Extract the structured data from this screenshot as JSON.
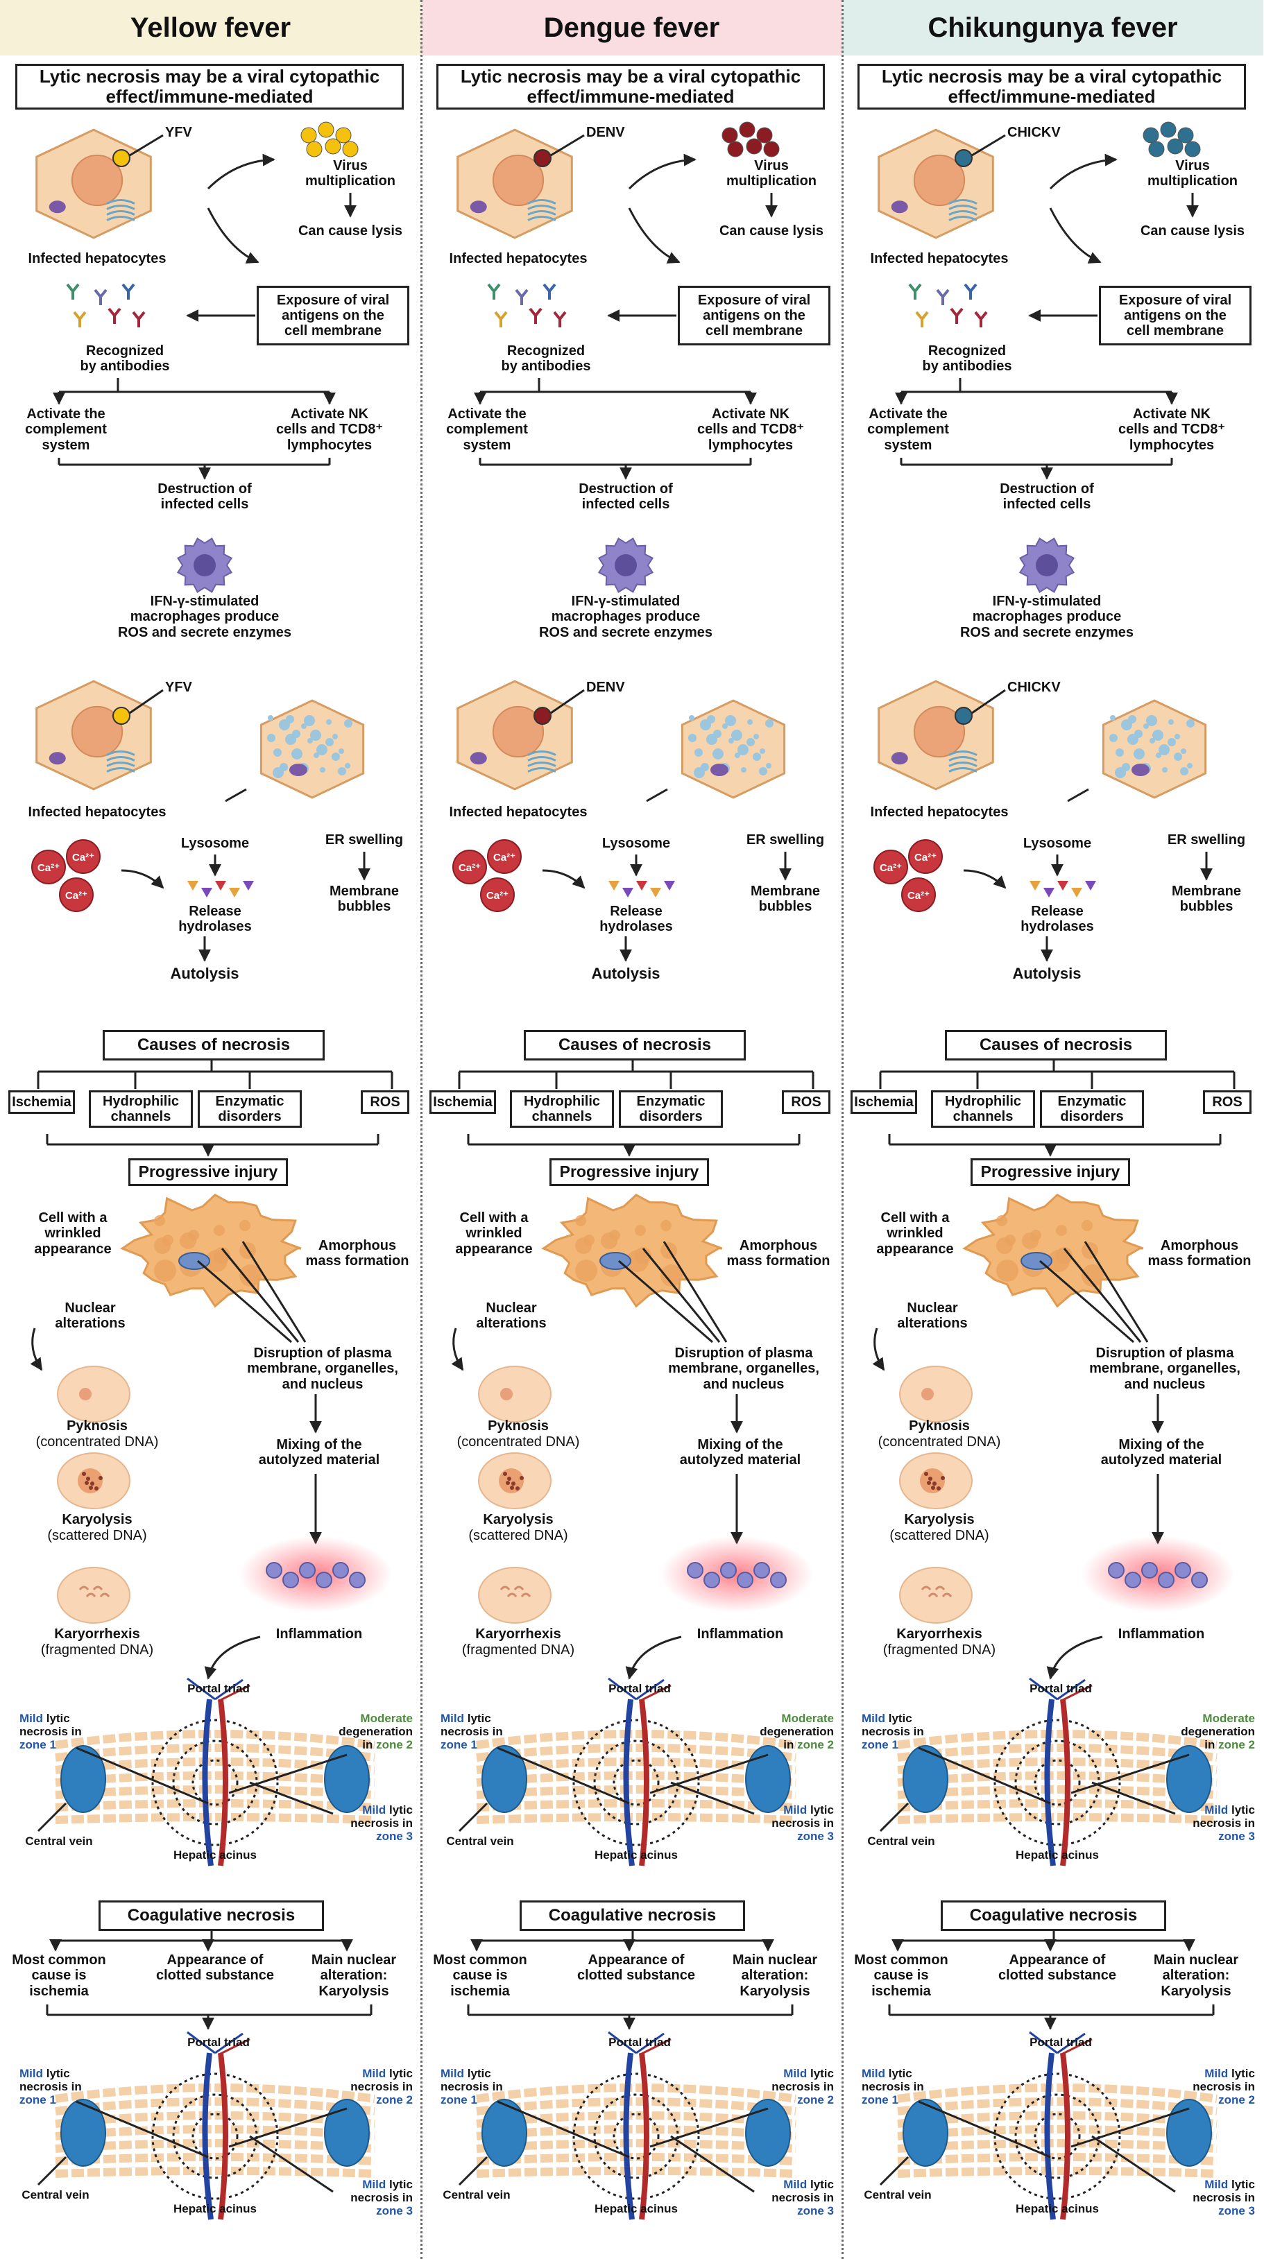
{
  "columns": [
    {
      "title": "Yellow fever",
      "virus": "YFV",
      "virus_color": "#f4c20d",
      "header_color": "#f7f1d8"
    },
    {
      "title": "Dengue fever",
      "virus": "DENV",
      "virus_color": "#8a1c22",
      "header_color": "#f9dde0"
    },
    {
      "title": "Chikungunya fever",
      "virus": "CHICKV",
      "virus_color": "#2f6f8f",
      "header_color": "#dfeeea"
    }
  ],
  "labels": {
    "lytic_title": "Lytic necrosis may be a viral cytopathic\neffect/immune-mediated",
    "virus_multiplication": "Virus\nmultiplication",
    "can_cause_lysis": "Can cause lysis",
    "infected_hepatocytes": "Infected hepatocytes",
    "exposure": "Exposure of viral\nantigens on the\ncell membrane",
    "recognized": "Recognized\nby antibodies",
    "activate_complement": "Activate the\ncomplement\nsystem",
    "activate_nk": "Activate NK\ncells and TCD8⁺\nlymphocytes",
    "destruction": "Destruction of\ninfected cells",
    "ifn": "IFN-γ-stimulated\nmacrophages produce\nROS and secrete enzymes",
    "lysosome": "Lysosome",
    "er_swelling": "ER swelling",
    "release_hydrolases": "Release\nhydrolases",
    "membrane_bubbles": "Membrane\nbubbles",
    "autolysis": "Autolysis",
    "ca": "Ca²⁺",
    "causes_of_necrosis": "Causes of necrosis",
    "ischemia": "Ischemia",
    "hydrophilic": "Hydrophilic\nchannels",
    "enzymatic": "Enzymatic\ndisorders",
    "ros": "ROS",
    "progressive_injury": "Progressive injury",
    "wrinkled": "Cell with a\nwrinkled\nappearance",
    "amorphous": "Amorphous\nmass formation",
    "nuclear_alterations": "Nuclear\nalterations",
    "disruption": "Disruption of plasma\nmembrane, organelles,\nand nucleus",
    "pyknosis": "Pyknosis",
    "pyknosis_sub": "(concentrated DNA)",
    "mixing": "Mixing of the\nautolyzed material",
    "karyolysis": "Karyolysis",
    "karyolysis_sub": "(scattered DNA)",
    "karyorrhexis": "Karyorrhexis",
    "karyorrhexis_sub": "(fragmented DNA)",
    "inflammation": "Inflammation",
    "portal_triad": "Portal triad",
    "central_vein": "Central vein",
    "hepatic_acinus": "Hepatic acinus",
    "coagulative_necrosis": "Coagulative necrosis",
    "most_common": "Most common\ncause is\nischemia",
    "appearance_clotted": "Appearance of\nclotted substance",
    "main_nuclear": "Main nuclear\nalteration:\nKaryolysis"
  },
  "acinus_top": {
    "left_emph": "Mild",
    "left_rest": " lytic\nnecrosis in\n",
    "left_zone": "zone 1",
    "right_emph": "Moderate",
    "right_rest": "\ndegeneration\nin ",
    "right_zone": "zone 2",
    "br_emph": "Mild",
    "br_rest": " lytic\nnecrosis in\n",
    "br_zone": "zone 3"
  },
  "acinus_bottom": {
    "left_emph": "Mild",
    "left_rest": " lytic\nnecrosis in\n",
    "left_zone": "zone 1",
    "right_emph": "Mild",
    "right_rest": " lytic\nnecrosis in\n",
    "right_zone": "zone 2",
    "br_emph": "Mild",
    "br_rest": " lytic\nnecrosis in\n",
    "br_zone": "zone 3"
  },
  "colors": {
    "blue_text": "#2456a6",
    "green_text": "#4c8b3e",
    "cell_fill": "#f3c28e",
    "hepatocyte_fill": "#f6d5ae"
  }
}
